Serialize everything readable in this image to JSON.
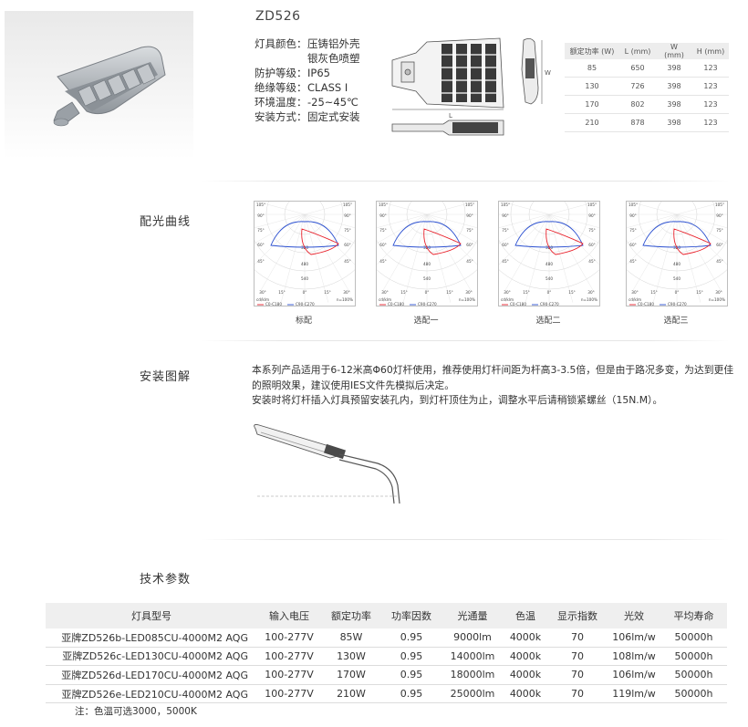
{
  "product": {
    "model": "ZD526",
    "specs": [
      {
        "key": "灯具颜色：",
        "value": "压铸铝外壳"
      },
      {
        "key": "",
        "value": "银灰色喷塑"
      },
      {
        "key": "防护等级：",
        "value": "IP65"
      },
      {
        "key": "绝缘等级：",
        "value": "CLASS I"
      },
      {
        "key": "环境温度：",
        "value": "-25~45℃"
      },
      {
        "key": "安装方式：",
        "value": "固定式安装"
      }
    ],
    "drawing_dims": {
      "l": "L",
      "w": "W"
    }
  },
  "size_table": {
    "headers": [
      "额定功率 (W)",
      "L (mm)",
      "W (mm)",
      "H (mm)"
    ],
    "rows": [
      [
        "85",
        "650",
        "398",
        "123"
      ],
      [
        "130",
        "726",
        "398",
        "123"
      ],
      [
        "170",
        "802",
        "398",
        "123"
      ],
      [
        "210",
        "878",
        "398",
        "123"
      ]
    ]
  },
  "light_curves": {
    "section_label": "配光曲线",
    "polar_labels": {
      "left": [
        "105°",
        "90°",
        "75°",
        "60°",
        "45°"
      ],
      "right": [
        "105°",
        "90°",
        "75°",
        "60°",
        "45°"
      ],
      "bottom": [
        "30°",
        "15°",
        "0°",
        "15°",
        "30°"
      ],
      "rings": [
        "320",
        "480",
        "540"
      ],
      "unit": "cd/klm",
      "eta": "n=100%"
    },
    "legend": [
      "C0-C180",
      "C90-C270"
    ],
    "colors": {
      "c0": "#e8202a",
      "c90": "#2a4fd0"
    },
    "items": [
      {
        "caption": "标配"
      },
      {
        "caption": "选配一"
      },
      {
        "caption": "选配二"
      },
      {
        "caption": "选配三"
      }
    ]
  },
  "install": {
    "section_label": "安装图解",
    "paragraph1": "本系列产品适用于6-12米高Φ60灯杆使用，推荐使用灯杆间距为杆高3-3.5倍，但是由于路况多变，为达到更佳的照明效果，建议使用IES文件先模拟后决定。",
    "paragraph2": "安装时将灯杆插入灯具预留安装孔内，到灯杆顶住为止，调整水平后请稍锁紧螺丝（15N.M）。"
  },
  "tech": {
    "section_label": "技术参数",
    "headers": [
      "灯具型号",
      "输入电压",
      "额定功率",
      "功率因数",
      "光通量",
      "色温",
      "显示指数",
      "光效",
      "平均寿命"
    ],
    "rows": [
      [
        "亚牌ZD526b-LED085CU-4000M2 AQG",
        "100-277V",
        "85W",
        "0.95",
        "9000lm",
        "4000k",
        "70",
        "106lm/w",
        "50000h"
      ],
      [
        "亚牌ZD526c-LED130CU-4000M2 AQG",
        "100-277V",
        "130W",
        "0.95",
        "14000lm",
        "4000k",
        "70",
        "108lm/w",
        "50000h"
      ],
      [
        "亚牌ZD526d-LED170CU-4000M2 AQG",
        "100-277V",
        "170W",
        "0.95",
        "18000lm",
        "4000k",
        "70",
        "106lm/w",
        "50000h"
      ],
      [
        "亚牌ZD526e-LED210CU-4000M2 AQG",
        "100-277V",
        "210W",
        "0.95",
        "25000lm",
        "4000k",
        "70",
        "119lm/w",
        "50000h"
      ]
    ],
    "note": "注：色温可选3000，5000K"
  }
}
